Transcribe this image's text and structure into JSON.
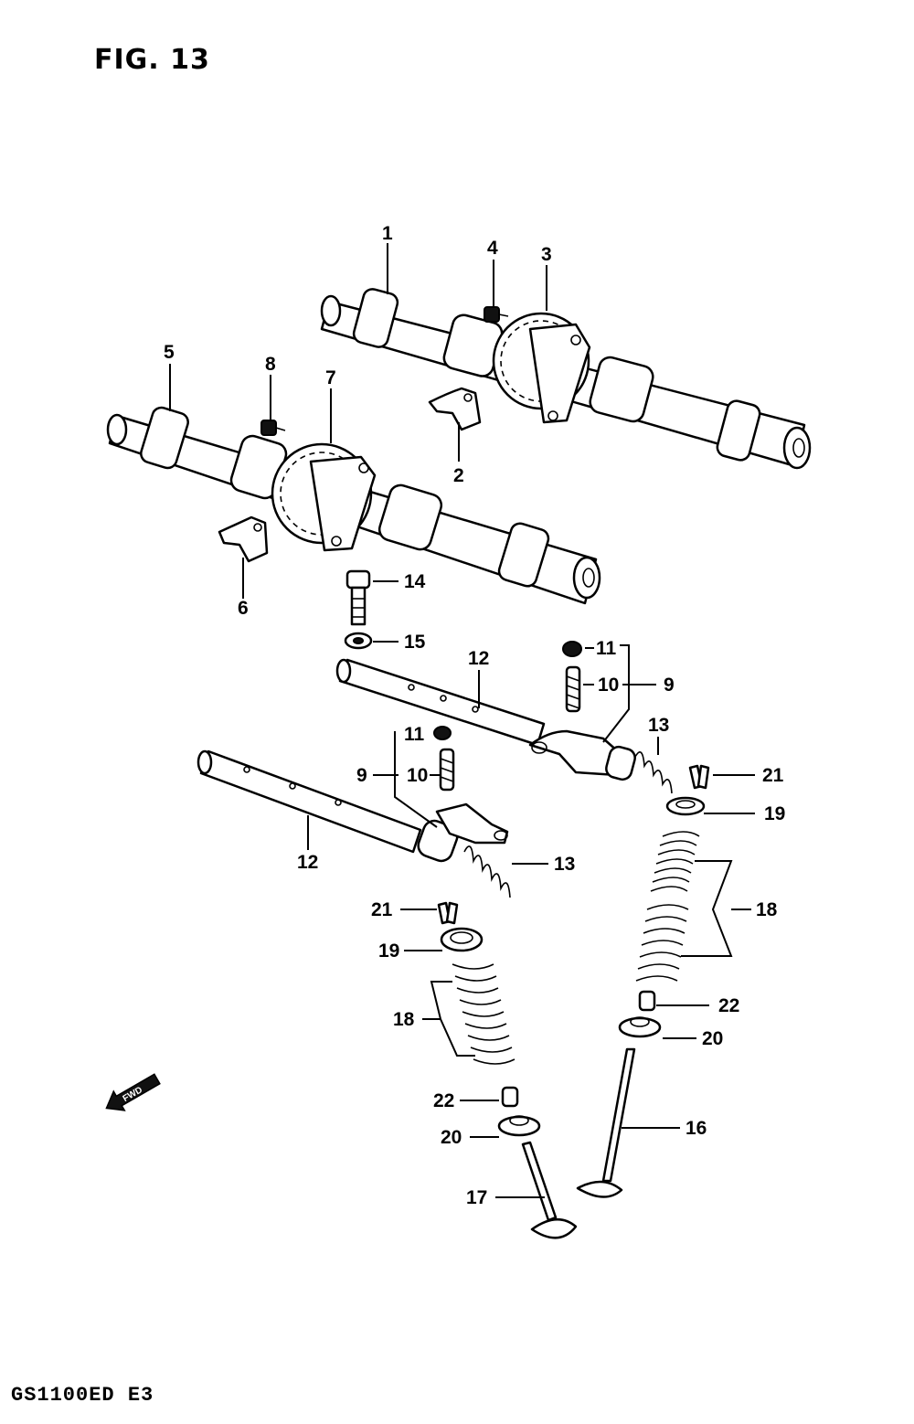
{
  "header": {
    "figure_label": "FIG. 13"
  },
  "footer": {
    "model_code": "GS1100ED  E3"
  },
  "direction_marker": {
    "text": "FWD",
    "icon": "forward-arrow-icon"
  },
  "callouts": [
    {
      "id": "c1",
      "label": "1"
    },
    {
      "id": "c4",
      "label": "4"
    },
    {
      "id": "c3",
      "label": "3"
    },
    {
      "id": "c5",
      "label": "5"
    },
    {
      "id": "c8",
      "label": "8"
    },
    {
      "id": "c7",
      "label": "7"
    },
    {
      "id": "c2",
      "label": "2"
    },
    {
      "id": "c6",
      "label": "6"
    },
    {
      "id": "c14",
      "label": "14"
    },
    {
      "id": "c15",
      "label": "15"
    },
    {
      "id": "c12a",
      "label": "12"
    },
    {
      "id": "c11a",
      "label": "11"
    },
    {
      "id": "c10a",
      "label": "10"
    },
    {
      "id": "c9a",
      "label": "9"
    },
    {
      "id": "c13a",
      "label": "13"
    },
    {
      "id": "c11b",
      "label": "11"
    },
    {
      "id": "c9b",
      "label": "9"
    },
    {
      "id": "c10b",
      "label": "10"
    },
    {
      "id": "c21a",
      "label": "21"
    },
    {
      "id": "c19a",
      "label": "19"
    },
    {
      "id": "c12b",
      "label": "12"
    },
    {
      "id": "c13b",
      "label": "13"
    },
    {
      "id": "c21b",
      "label": "21"
    },
    {
      "id": "c18a",
      "label": "18"
    },
    {
      "id": "c19b",
      "label": "19"
    },
    {
      "id": "c18b",
      "label": "18"
    },
    {
      "id": "c22a",
      "label": "22"
    },
    {
      "id": "c20a",
      "label": "20"
    },
    {
      "id": "c22b",
      "label": "22"
    },
    {
      "id": "c16",
      "label": "16"
    },
    {
      "id": "c20b",
      "label": "20"
    },
    {
      "id": "c17",
      "label": "17"
    }
  ]
}
